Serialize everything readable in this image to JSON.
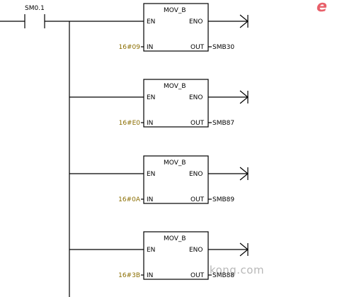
{
  "contact": {
    "label": "SM0.1"
  },
  "blocks": [
    {
      "name": "MOV_B",
      "en": "EN",
      "eno": "ENO",
      "in_label": "IN",
      "out_label": "OUT",
      "in_value": "16#09",
      "out_value": "SMB30"
    },
    {
      "name": "MOV_B",
      "en": "EN",
      "eno": "ENO",
      "in_label": "IN",
      "out_label": "OUT",
      "in_value": "16#E0",
      "out_value": "SMB87"
    },
    {
      "name": "MOV_B",
      "en": "EN",
      "eno": "ENO",
      "in_label": "IN",
      "out_label": "OUT",
      "in_value": "16#0A",
      "out_value": "SMB89"
    },
    {
      "name": "MOV_B",
      "en": "EN",
      "eno": "ENO",
      "in_label": "IN",
      "out_label": "OUT",
      "in_value": "16#3B",
      "out_value": "SMB88"
    }
  ],
  "watermark": "www.gongkong.com",
  "logo_text": "e",
  "colors": {
    "wire": "#000000",
    "in_value": "#8a6d00",
    "watermark": "#b8b8b8",
    "logo": "#e8606a"
  }
}
